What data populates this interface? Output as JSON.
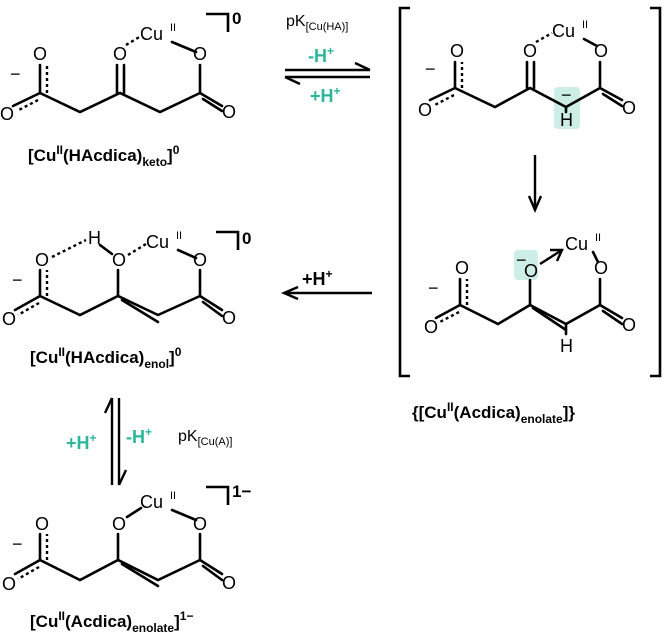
{
  "colors": {
    "accent_teal": "#2bb59a",
    "highlight": "#cdeee6"
  },
  "atoms": {
    "cu": "Cu",
    "cu_ox": "II",
    "o": "O",
    "h": "H",
    "minus": "−"
  },
  "structures": {
    "keto": {
      "charge": "0",
      "label": "[Cu",
      "label_sup": "II",
      "label_mid": "(HAcdica)",
      "label_sub": "keto",
      "label_end": "]",
      "label_charge": "0"
    },
    "enolate_intermediate": {
      "label": "{[Cu",
      "label_sup": "II",
      "label_mid": "(Acdica)",
      "label_sub": "enolate",
      "label_end": "]}"
    },
    "enol": {
      "charge": "0",
      "label": "[Cu",
      "label_sup": "II",
      "label_mid": "(HAcdica)",
      "label_sub": "enol",
      "label_end": "]",
      "label_charge": "0"
    },
    "enolate": {
      "charge": "1−",
      "label": "[Cu",
      "label_sup": "II",
      "label_mid": "(Acdica)",
      "label_sub": "enolate",
      "label_end": "]",
      "label_charge": "1−"
    }
  },
  "arrows": {
    "top": {
      "pk": "pK",
      "pk_sub": "[Cu(HA)]",
      "minus_h": "-H",
      "plus_h": "+H",
      "sup": "+"
    },
    "middle": {
      "plus_h": "+H",
      "sup": "+"
    },
    "bottom": {
      "pk": "pK",
      "pk_sub": "[Cu(A)]",
      "minus_h": "-H",
      "plus_h": "+H",
      "sup": "+"
    }
  }
}
